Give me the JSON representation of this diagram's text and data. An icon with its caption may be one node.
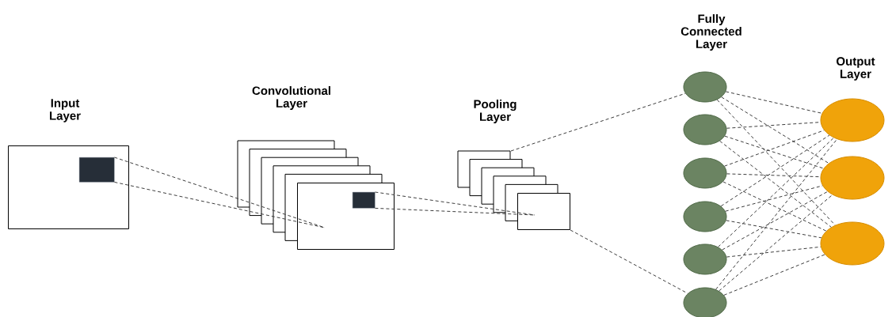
{
  "diagram": {
    "nodes": [
      {
        "text": [
          "Input Layer"
        ]
      },
      {
        "text": [],
        "shape": "box",
        "in": 0
      },
      {
        "text": [
          "Convolutional Layer"
        ]
      },
      {
        "text": [],
        "shape": "box",
        "in": 2
      },
      {
        "text": [
          "Pooling Layer"
        ]
      },
      {
        "text": [],
        "shape": "circle"
      },
      {
        "text": [],
        "shape": "circle"
      },
      {
        "text": [],
        "shape": "circle"
      },
      {
        "text": [],
        "shape": "circle"
      },
      {
        "text": [],
        "shape": "circle"
      },
      {
        "text": [],
        "shape": "circle"
      },
      {
        "text": [],
        "shape": "circle"
      },
      {
        "text": [],
        "shape": "circle"
      },
      {
        "text": [],
        "shape": "circle"
      }
    ],
    "edges": [
      {
        "from": 1,
        "to": 2,
        "arrow": "none",
        "style": "dashed"
      },
      {
        "from": 1,
        "to": 2,
        "arrow": "none",
        "style": "dashed"
      },
      {
        "from": 3,
        "to": 4,
        "arrow": "none",
        "style": "dashed"
      },
      {
        "from": 3,
        "to": 4,
        "arrow": "none",
        "style": "dashed"
      },
      {
        "from": 4,
        "to": 5,
        "arrow": "none",
        "style": "dashed"
      },
      {
        "from": 4,
        "to": 10,
        "arrow": "none",
        "style": "dashed"
      },
      {
        "from": 5,
        "to": 11,
        "arrow": "none",
        "style": "dashed"
      },
      {
        "from": 5,
        "to": 12,
        "arrow": "none",
        "style": "dashed"
      },
      {
        "from": 5,
        "to": 13,
        "arrow": "none",
        "style": "dashed"
      },
      {
        "from": 6,
        "to": 11,
        "arrow": "none",
        "style": "dashed"
      },
      {
        "from": 6,
        "to": 12,
        "arrow": "none",
        "style": "dashed"
      },
      {
        "from": 6,
        "to": 13,
        "arrow": "none",
        "style": "dashed"
      },
      {
        "from": 7,
        "to": 11,
        "arrow": "none",
        "style": "dashed"
      },
      {
        "from": 7,
        "to": 12,
        "arrow": "none",
        "style": "dashed"
      },
      {
        "from": 7,
        "to": 13,
        "arrow": "none",
        "style": "dashed"
      },
      {
        "from": 8,
        "to": 11,
        "arrow": "none",
        "style": "dashed"
      },
      {
        "from": 8,
        "to": 12,
        "arrow": "none",
        "style": "dashed"
      },
      {
        "from": 8,
        "to": 13,
        "arrow": "none",
        "style": "dashed"
      },
      {
        "from": 9,
        "to": 11,
        "arrow": "none",
        "style": "dashed"
      },
      {
        "from": 9,
        "to": 12,
        "arrow": "none",
        "style": "dashed"
      },
      {
        "from": 9,
        "to": 13,
        "arrow": "none",
        "style": "dashed"
      },
      {
        "from": 10,
        "to": 11,
        "arrow": "none",
        "style": "dashed"
      },
      {
        "from": 10,
        "to": 12,
        "arrow": "none",
        "style": "dashed"
      },
      {
        "from": 10,
        "to": 13,
        "arrow": "none",
        "style": "dashed"
      }
    ],
    "labels": [
      "Fully Connected Layer",
      "Output Layer"
    ]
  }
}
